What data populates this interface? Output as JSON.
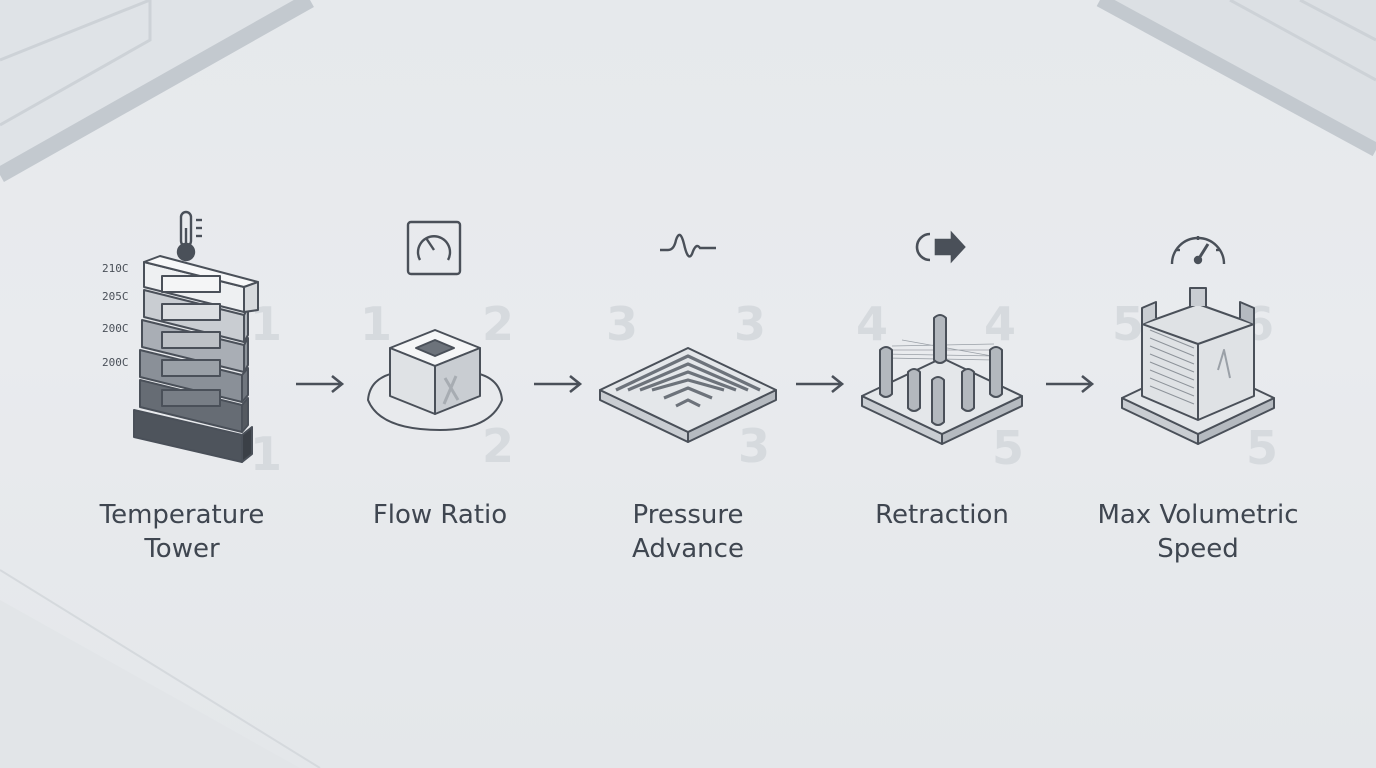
{
  "steps": [
    {
      "id": "temperature-tower",
      "label_lines": [
        "Temperature",
        "Tower"
      ],
      "icon": "thermometer-icon",
      "tower_labels": [
        "210C",
        "205C",
        "200C",
        "200C"
      ],
      "ghost_numbers": [
        "1",
        "1"
      ]
    },
    {
      "id": "flow-ratio",
      "label_lines": [
        "Flow Ratio"
      ],
      "icon": "flow-gauge-icon",
      "ghost_numbers": [
        "1",
        "2",
        "2"
      ]
    },
    {
      "id": "pressure-advance",
      "label_lines": [
        "Pressure",
        "Advance"
      ],
      "icon": "wave-icon",
      "ghost_numbers": [
        "3",
        "3",
        "3"
      ]
    },
    {
      "id": "retraction",
      "label_lines": [
        "Retraction"
      ],
      "icon": "retraction-arrow-icon",
      "ghost_numbers": [
        "4",
        "4",
        "5"
      ]
    },
    {
      "id": "max-volumetric-speed",
      "label_lines": [
        "Max Volumetric",
        "Speed"
      ],
      "icon": "speedometer-icon",
      "ghost_numbers": [
        "5",
        "6",
        "5"
      ]
    }
  ],
  "colors": {
    "text": "#3f4650",
    "line": "#4a5059",
    "ghost": "#d6dade"
  }
}
